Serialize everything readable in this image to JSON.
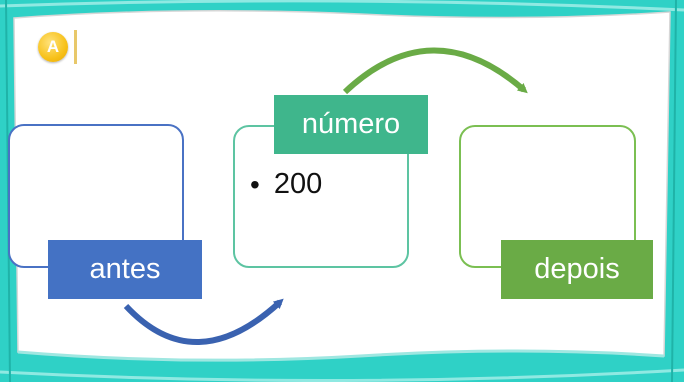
{
  "badge": {
    "letter": "A",
    "color": "#f7c11a"
  },
  "colors": {
    "frame": "#2fd1c6",
    "antes": "#4472c4",
    "numero": "#3fb68c",
    "depois": "#6aab46"
  },
  "boxes": [
    {
      "label": "antes",
      "items": []
    },
    {
      "label": "número",
      "items": [
        "200"
      ]
    },
    {
      "label": "depois",
      "items": []
    }
  ],
  "arrows": [
    {
      "from": "antes",
      "to": "número",
      "icon": "curved-arrow-icon"
    },
    {
      "from": "número",
      "to": "depois",
      "icon": "curved-arrow-icon"
    }
  ]
}
